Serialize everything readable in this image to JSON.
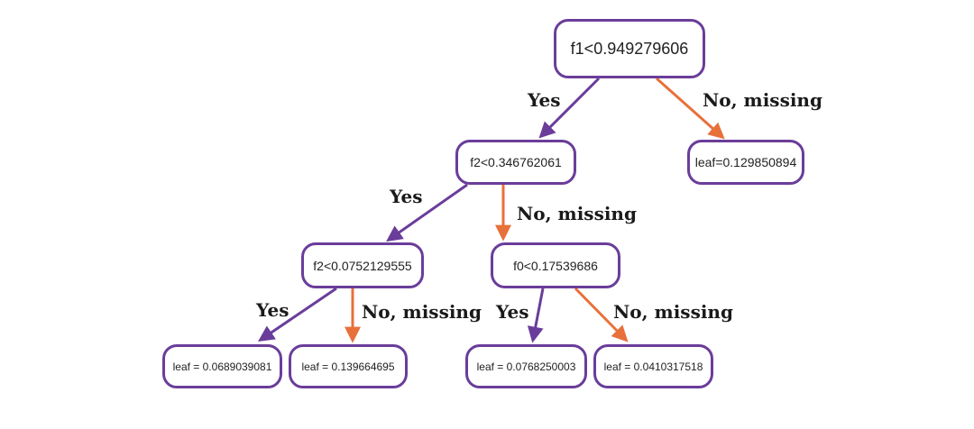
{
  "colors": {
    "node_border": "#6a3d9a",
    "yes_edge": "#6a3d9a",
    "no_edge": "#e8703a",
    "text": "#1a1a1a"
  },
  "tree": {
    "root": {
      "label": "f1<0.949279606",
      "yes_label": "Yes",
      "no_label": "No, missing",
      "yes": {
        "label": "f2<0.346762061",
        "yes_label": "Yes",
        "no_label": "No, missing",
        "yes": {
          "label": "f2<0.0752129555",
          "yes_label": "Yes",
          "no_label": "No, missing",
          "yes": {
            "label": "leaf = 0.0689039081"
          },
          "no": {
            "label": "leaf = 0.139664695"
          }
        },
        "no": {
          "label": "f0<0.17539686",
          "yes_label": "Yes",
          "no_label": "No, missing",
          "yes": {
            "label": "leaf = 0.0768250003"
          },
          "no": {
            "label": "leaf = 0.0410317518"
          }
        }
      },
      "no": {
        "label": "leaf=0.129850894"
      }
    }
  }
}
